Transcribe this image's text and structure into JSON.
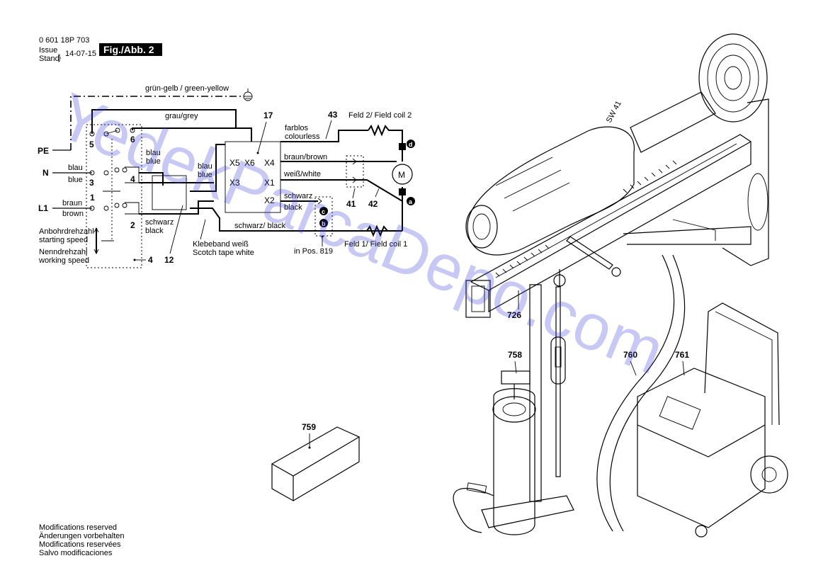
{
  "header": {
    "part_number": "0 601 18P 703",
    "issue_label": "Issue",
    "stand_label": "Stand",
    "date": "14-07-15",
    "figure_label": "Fig./Abb. 2"
  },
  "wiring": {
    "earth_label": "grün-gelb / green-yellow",
    "pe": "PE",
    "n": "N",
    "l1": "L1",
    "grey": "grau/grey",
    "blau": "blau",
    "blue": "blue",
    "blau2": "blau",
    "blue2": "blue",
    "braun": "braun",
    "brown": "brown",
    "schwarz_de": "schwarz",
    "black_en": "black",
    "schwarz2_de": "schwarz",
    "black2_en": "black",
    "braun_brown": "braun/brown",
    "weiss_white": "weiß/white",
    "schwarz_black": "schwarz/ black",
    "farblos": "farblos",
    "colourless": "colourless",
    "feld2": "Feld 2/ Field coil 2",
    "feld1": "Feld 1/ Field coil 1",
    "klebeband": "Klebeband weiß",
    "scotch": "Scotch tape white",
    "in_pos": "in Pos. 819",
    "anbohr": "Anbohrdrehzahl",
    "starting": "starting speed",
    "nenn": "Nenndrehzahl",
    "working": "working speed",
    "motor": "M",
    "terminals": {
      "x5": "X5",
      "x6": "X6",
      "x4": "X4",
      "x3": "X3",
      "x1": "X1",
      "x2": "X2"
    },
    "switch_numbers": {
      "n1": "1",
      "n2": "2",
      "n3": "3",
      "n4": "4",
      "n5": "5",
      "n6": "6"
    },
    "markers": {
      "a": "a",
      "b": "b",
      "c": "c",
      "d": "d"
    },
    "callouts": {
      "p17": "17",
      "p43": "43",
      "p41": "41",
      "p42": "42",
      "p4": "4",
      "p12": "12"
    }
  },
  "parts": {
    "sw41": "SW 41",
    "p726": "726",
    "p758": "758",
    "p760": "760",
    "p761": "761",
    "p759": "759"
  },
  "footer": {
    "lines": [
      "Modifications reserved",
      "Änderungen vorbehalten",
      "Modifications reservées",
      "Salvo modificaciones"
    ]
  },
  "watermark": "YedekParcaDepo.com"
}
